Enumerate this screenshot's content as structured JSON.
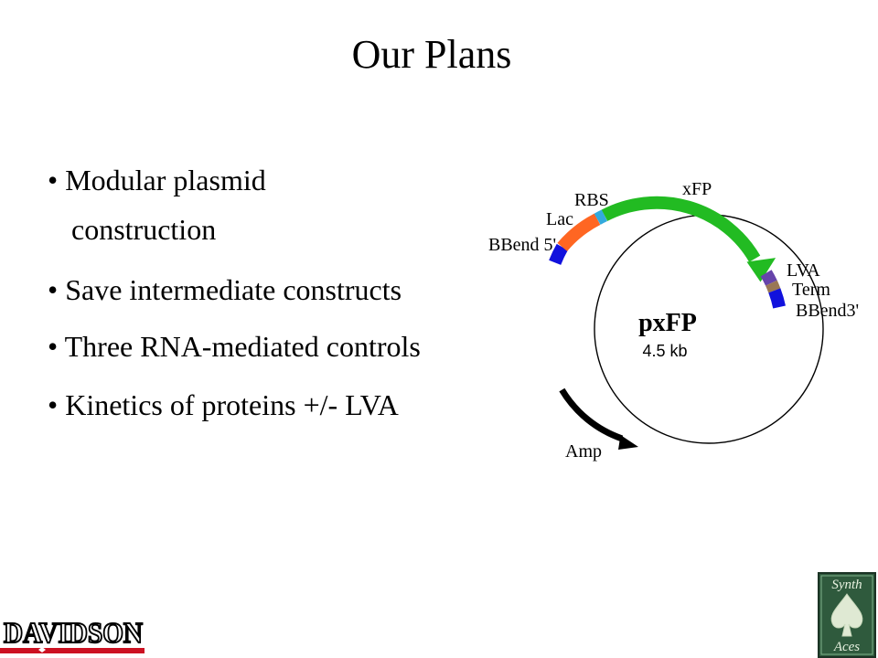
{
  "slide": {
    "title": "Our Plans",
    "bullets": [
      {
        "lines": [
          "• Modular plasmid",
          "construction"
        ]
      },
      {
        "lines": [
          "• Save intermediate constructs"
        ]
      },
      {
        "lines": [
          "• Three RNA-mediated controls"
        ]
      },
      {
        "lines": [
          "• Kinetics of proteins +/- LVA"
        ]
      }
    ]
  },
  "plasmid": {
    "name": "pxFP",
    "size": "4.5 kb",
    "labels": {
      "xfp": "xFP",
      "rbs": "RBS",
      "lac": "Lac",
      "bbend5": "BBend 5'",
      "lva": "LVA",
      "term": "Term",
      "bbend3": "BBend3'",
      "amp": "Amp"
    },
    "colors": {
      "xfp": "#22bb22",
      "rbs": "#33aadd",
      "lac": "#ff6622",
      "bbend": "#1111dd",
      "lva": "#6644aa",
      "term": "#997755",
      "amp": "#000000"
    }
  },
  "logos": {
    "left": "DAVIDSON",
    "right_top": "Synth",
    "right_bottom": "Aces"
  }
}
